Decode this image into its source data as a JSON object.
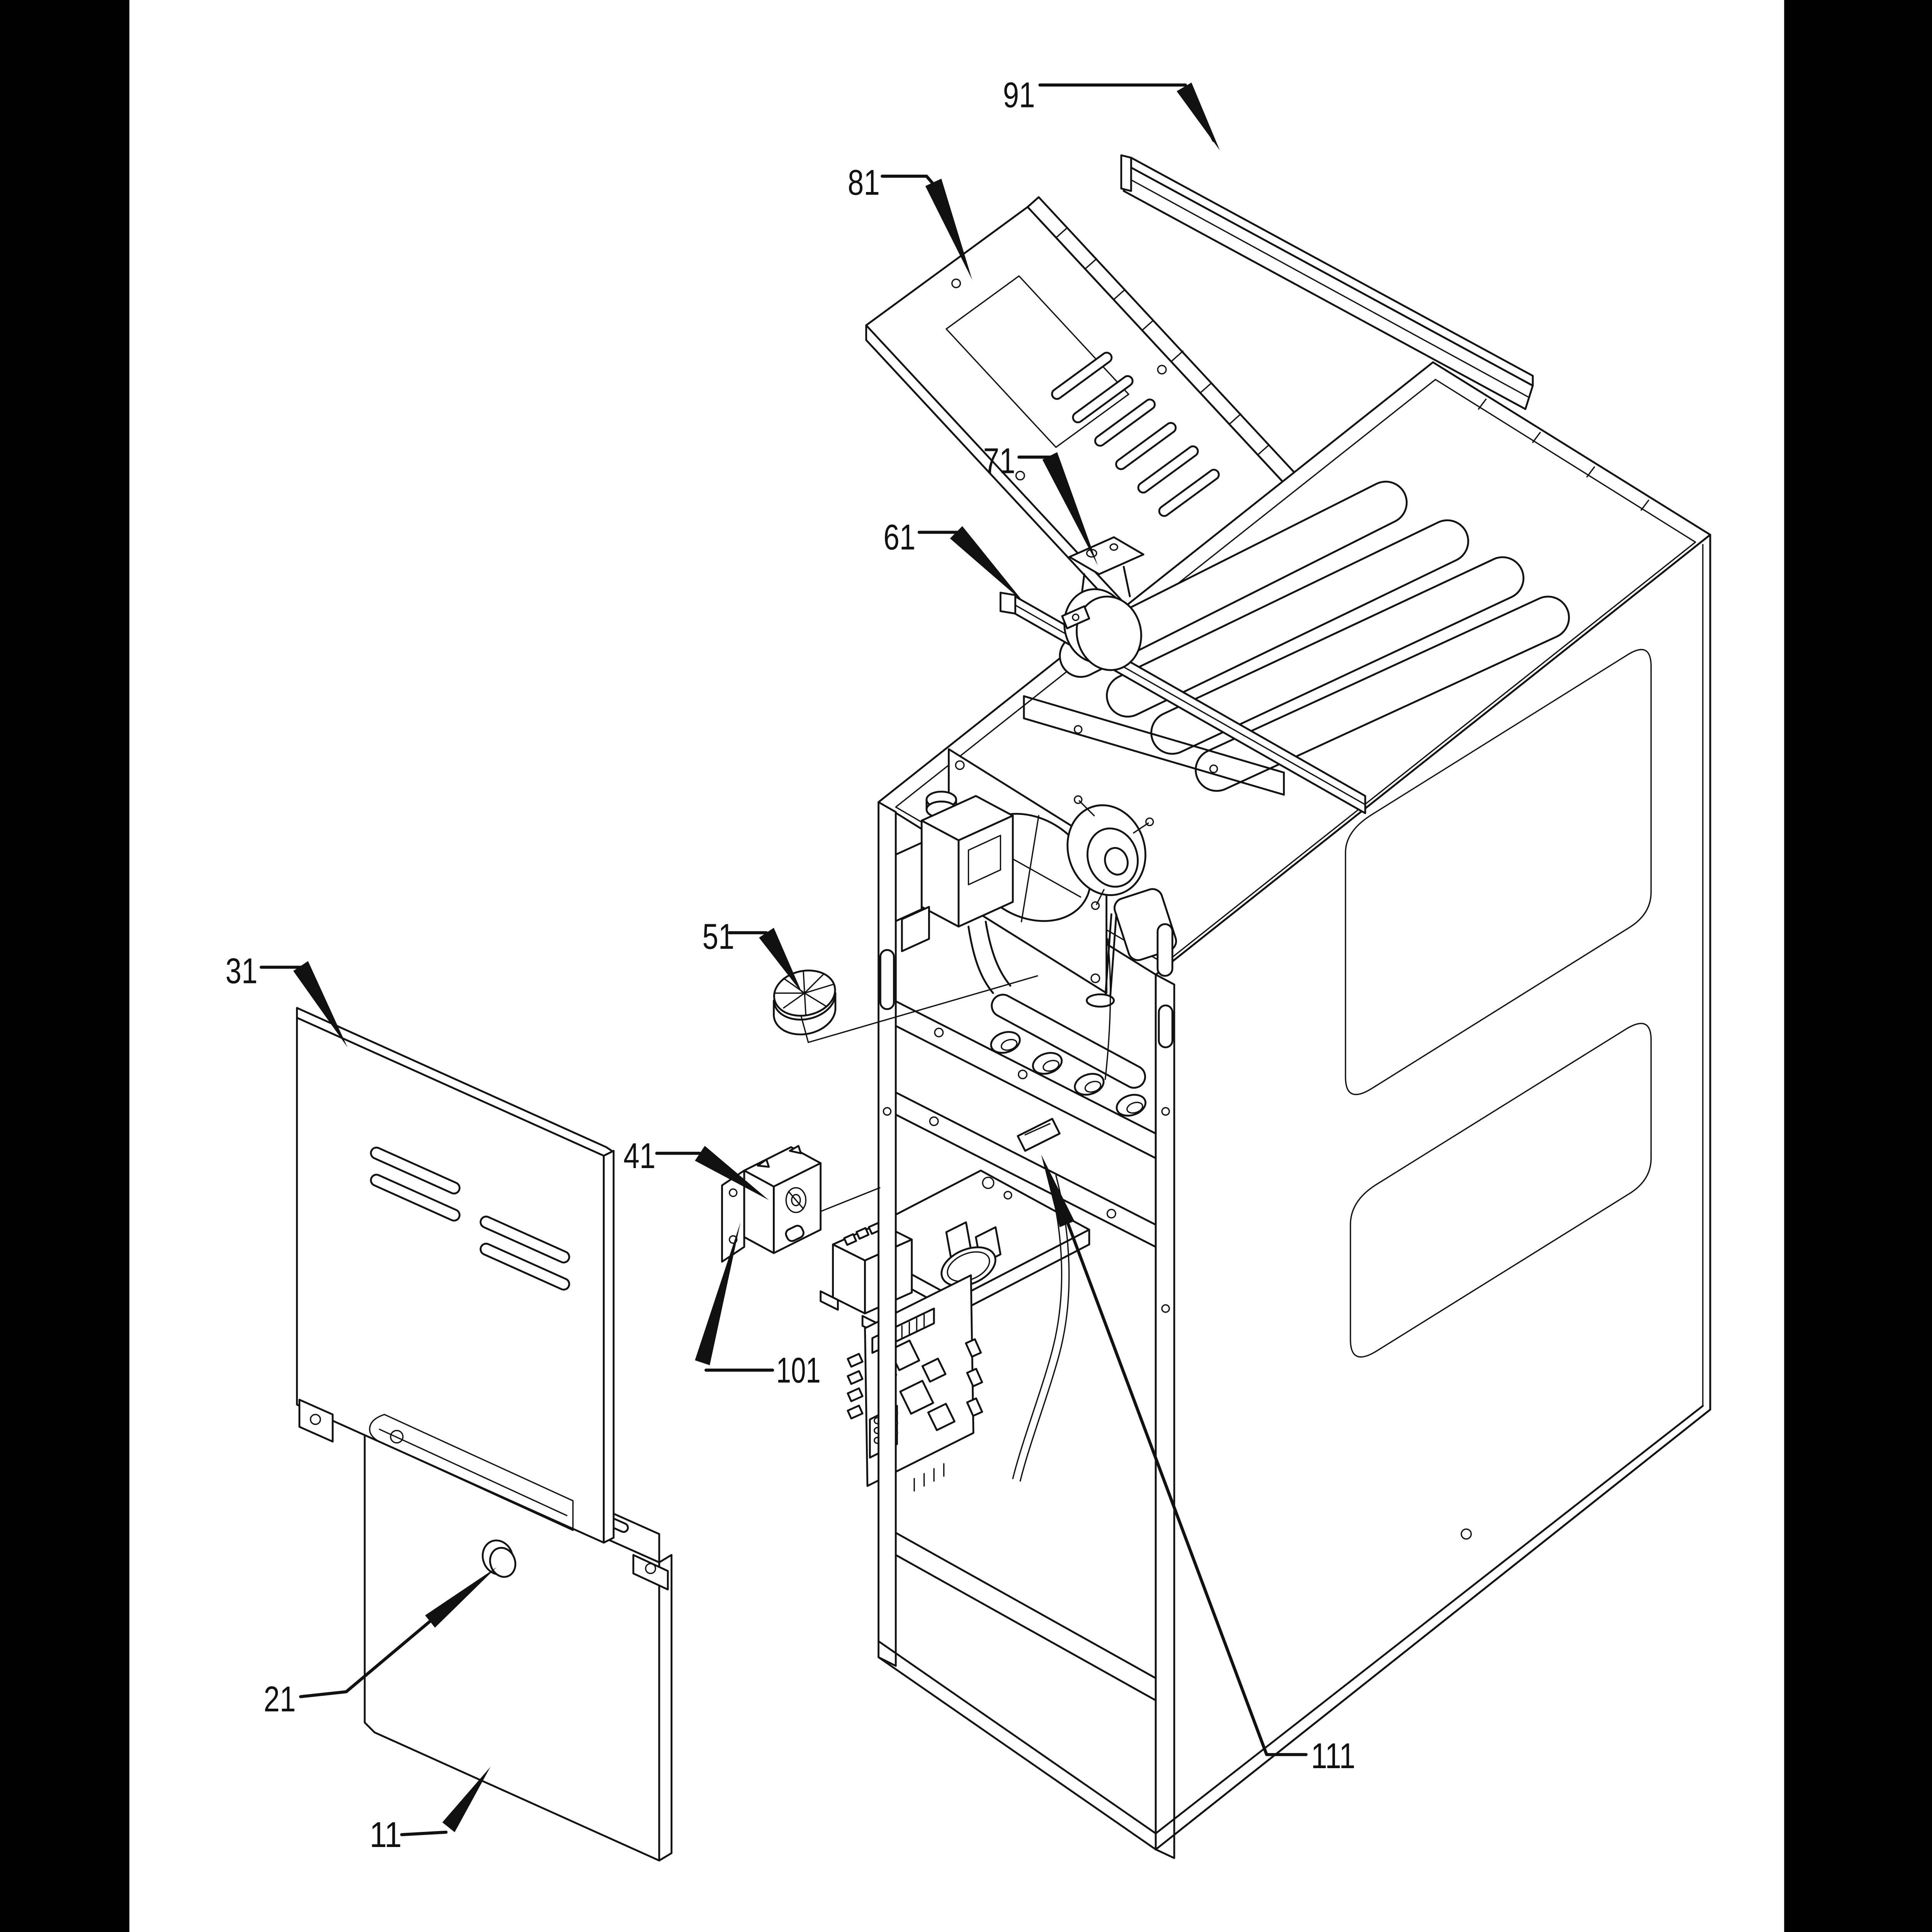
{
  "figure": {
    "kind": "exploded-parts-line-drawing",
    "subject": "gas furnace cabinet with panels, doors, burner/valve assembly, inducer, heat-exchanger tubes and control components",
    "background_color": "#ffffff",
    "line_color": "#111111",
    "margin_band_color": "#000000"
  },
  "callouts": [
    {
      "label": "91"
    },
    {
      "label": "81"
    },
    {
      "label": "71"
    },
    {
      "label": "61"
    },
    {
      "label": "51"
    },
    {
      "label": "41"
    },
    {
      "label": "31"
    },
    {
      "label": "21"
    },
    {
      "label": "11"
    },
    {
      "label": "101"
    },
    {
      "label": "111"
    }
  ]
}
